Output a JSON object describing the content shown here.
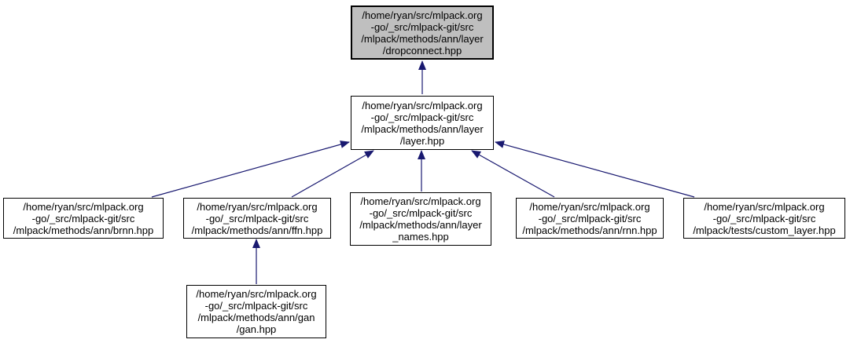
{
  "diagram": {
    "kind": "include-dependency-graph",
    "nodes": [
      {
        "id": "dropconnect",
        "highlighted": true,
        "lines": [
          "/home/ryan/src/mlpack.org",
          "-go/_src/mlpack-git/src",
          "/mlpack/methods/ann/layer",
          "/dropconnect.hpp"
        ]
      },
      {
        "id": "layer",
        "highlighted": false,
        "lines": [
          "/home/ryan/src/mlpack.org",
          "-go/_src/mlpack-git/src",
          "/mlpack/methods/ann/layer",
          "/layer.hpp"
        ]
      },
      {
        "id": "brnn",
        "highlighted": false,
        "lines": [
          "/home/ryan/src/mlpack.org",
          "-go/_src/mlpack-git/src",
          "/mlpack/methods/ann/brnn.hpp"
        ]
      },
      {
        "id": "ffn",
        "highlighted": false,
        "lines": [
          "/home/ryan/src/mlpack.org",
          "-go/_src/mlpack-git/src",
          "/mlpack/methods/ann/ffn.hpp"
        ]
      },
      {
        "id": "layer_names",
        "highlighted": false,
        "lines": [
          "/home/ryan/src/mlpack.org",
          "-go/_src/mlpack-git/src",
          "/mlpack/methods/ann/layer",
          "_names.hpp"
        ]
      },
      {
        "id": "rnn",
        "highlighted": false,
        "lines": [
          "/home/ryan/src/mlpack.org",
          "-go/_src/mlpack-git/src",
          "/mlpack/methods/ann/rnn.hpp"
        ]
      },
      {
        "id": "custom_layer",
        "highlighted": false,
        "lines": [
          "/home/ryan/src/mlpack.org",
          "-go/_src/mlpack-git/src",
          "/mlpack/tests/custom_layer.hpp"
        ]
      },
      {
        "id": "gan",
        "highlighted": false,
        "lines": [
          "/home/ryan/src/mlpack.org",
          "-go/_src/mlpack-git/src",
          "/mlpack/methods/ann/gan",
          "/gan.hpp"
        ]
      }
    ],
    "edges": [
      {
        "from": "layer",
        "to": "dropconnect"
      },
      {
        "from": "brnn",
        "to": "layer"
      },
      {
        "from": "ffn",
        "to": "layer"
      },
      {
        "from": "layer_names",
        "to": "layer"
      },
      {
        "from": "rnn",
        "to": "layer"
      },
      {
        "from": "custom_layer",
        "to": "layer"
      },
      {
        "from": "gan",
        "to": "ffn"
      }
    ],
    "colors": {
      "highlight_fill": "#bfbfbf",
      "node_fill": "#ffffff",
      "node_border": "#000000",
      "edge": "#191970",
      "text": "#000000",
      "background": "#ffffff"
    }
  }
}
